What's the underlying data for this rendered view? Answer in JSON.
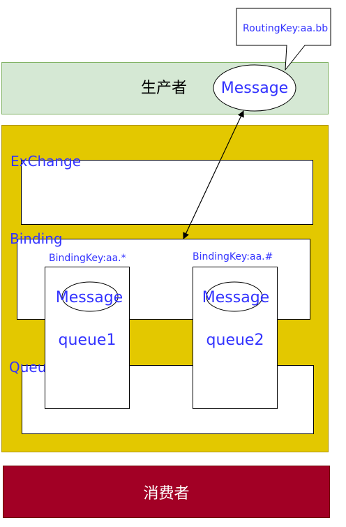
{
  "producer": {
    "label": "生产者",
    "message_label": "Message",
    "routing_key_label": "RoutingKey:aa.bb"
  },
  "exchange": {
    "label": "ExChange"
  },
  "binding": {
    "label": "Binding"
  },
  "queue_area": {
    "label": "Queue"
  },
  "queues": [
    {
      "name": "queue1",
      "binding_key": "BindingKey:aa.*",
      "message_label": "Message"
    },
    {
      "name": "queue2",
      "binding_key": "BindingKey:aa.#",
      "message_label": "Message"
    }
  ],
  "consumer": {
    "label": "消费者"
  },
  "colors": {
    "producer_fill": "#d5e8d4",
    "producer_border": "#82b366",
    "broker_fill": "#e3c800",
    "broker_border": "#b09500",
    "consumer_fill": "#a20025",
    "consumer_border": "#6f0000",
    "text_blue": "#3333ff"
  }
}
